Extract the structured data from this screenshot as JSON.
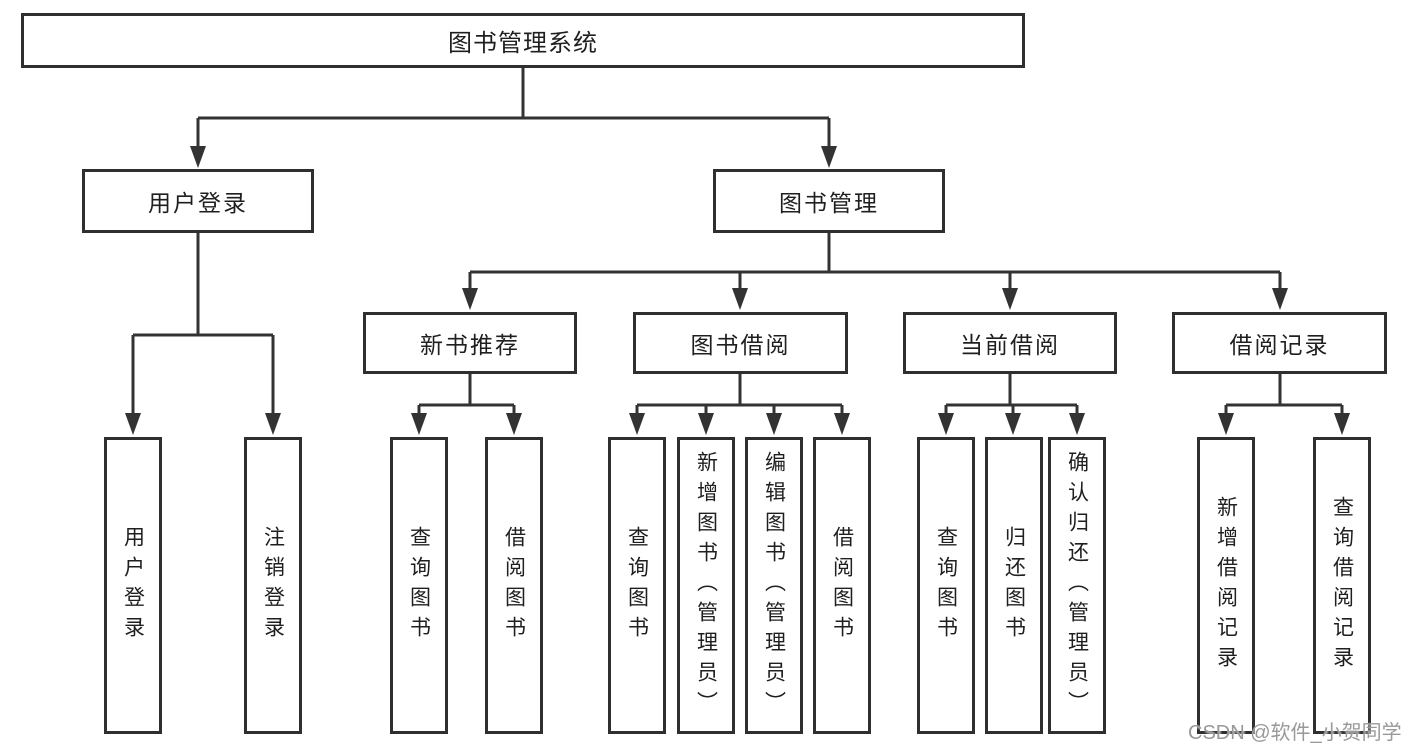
{
  "colors": {
    "background": "#ffffff",
    "line": "#333333",
    "box_border": "#2f2f2f",
    "text": "#1f1f1f",
    "watermark": "#999999"
  },
  "diagram": {
    "root": {
      "label": "图书管理系统"
    },
    "branches": [
      {
        "label": "用户登录",
        "children": [
          {
            "label": "用户登录"
          },
          {
            "label": "注销登录"
          }
        ]
      },
      {
        "label": "图书管理",
        "children": [
          {
            "label": "新书推荐",
            "children": [
              {
                "label": "查询图书"
              },
              {
                "label": "借阅图书"
              }
            ]
          },
          {
            "label": "图书借阅",
            "children": [
              {
                "label": "查询图书"
              },
              {
                "label": "新增图书（管理员）"
              },
              {
                "label": "编辑图书（管理员）"
              },
              {
                "label": "借阅图书"
              }
            ]
          },
          {
            "label": "当前借阅",
            "children": [
              {
                "label": "查询图书"
              },
              {
                "label": "归还图书"
              },
              {
                "label": "确认归还（管理员）"
              }
            ]
          },
          {
            "label": "借阅记录",
            "children": [
              {
                "label": "新增借阅记录"
              },
              {
                "label": "查询借阅记录"
              }
            ]
          }
        ]
      }
    ]
  },
  "watermark": {
    "text": "CSDN @软件_小贺同学"
  }
}
